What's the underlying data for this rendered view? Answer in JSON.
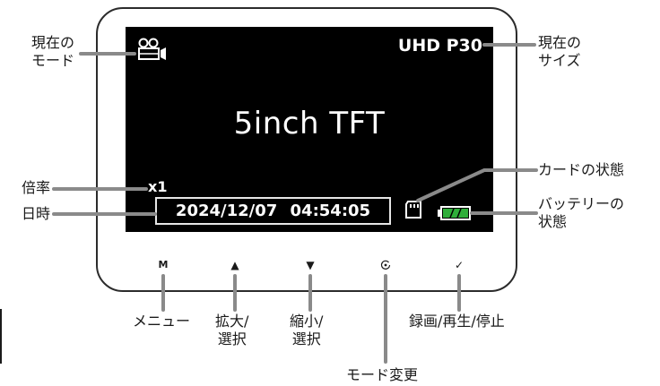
{
  "screen": {
    "resolution": "UHD P30",
    "display_text": "5inch TFT",
    "zoom": "x1",
    "datetime": "2024/12/07 04:54:05",
    "battery_color": "#2fae3a"
  },
  "buttons": {
    "menu": "M",
    "up": "▲",
    "down": "▼",
    "ok": "✓"
  },
  "labels": {
    "current_mode": [
      "現在の",
      "モード"
    ],
    "current_size": [
      "現在の",
      "サイズ"
    ],
    "zoom_ratio": "倍率",
    "date_time": "日時",
    "card_status": "カードの状態",
    "battery_status": [
      "バッテリーの",
      "状態"
    ],
    "menu": "メニュー",
    "zoom_in_select": [
      "拡大/",
      "選択"
    ],
    "zoom_out_select": [
      "縮小/",
      "選択"
    ],
    "mode_change": "モード変更",
    "rec_play_stop": "録画/再生/停止"
  }
}
